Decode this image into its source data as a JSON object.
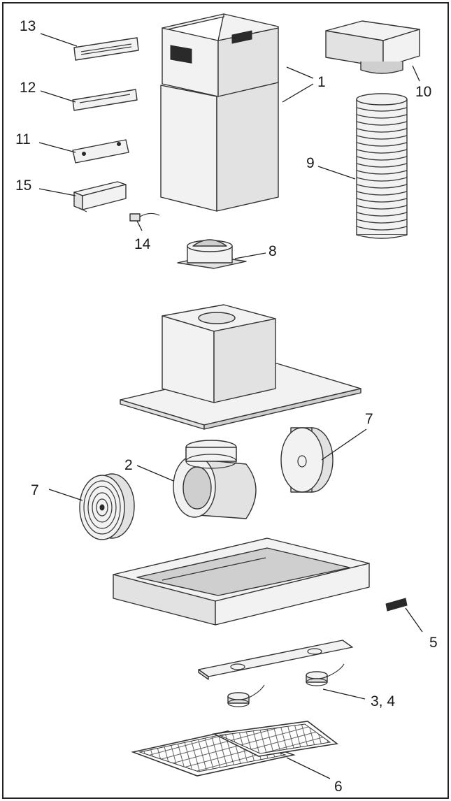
{
  "figure": {
    "parts": [
      {
        "id": "chimney",
        "label": "1"
      },
      {
        "id": "blower",
        "label": "2"
      },
      {
        "id": "lights",
        "label": "3, 4"
      },
      {
        "id": "control",
        "label": "5"
      },
      {
        "id": "grease-filter",
        "label": "6"
      },
      {
        "id": "charcoal-filter-right",
        "label": "7"
      },
      {
        "id": "charcoal-filter-left",
        "label": "7"
      },
      {
        "id": "damper",
        "label": "8"
      },
      {
        "id": "flex-duct",
        "label": "9"
      },
      {
        "id": "transition",
        "label": "10"
      },
      {
        "id": "bracket-11",
        "label": "11"
      },
      {
        "id": "bracket-12",
        "label": "12"
      },
      {
        "id": "bracket-13",
        "label": "13"
      },
      {
        "id": "transformer",
        "label": "14"
      },
      {
        "id": "junction-box",
        "label": "15"
      }
    ]
  }
}
